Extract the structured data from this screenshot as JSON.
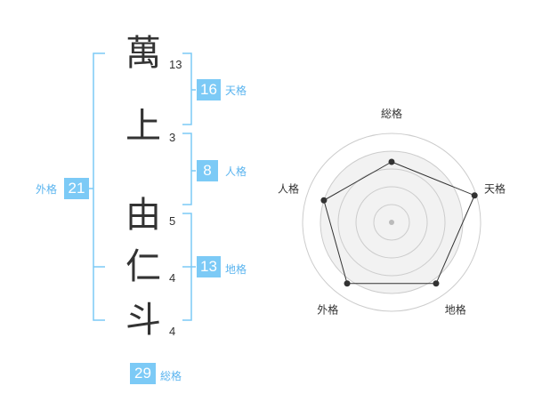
{
  "colors": {
    "accent": "#7ccaf6",
    "label": "#5ab4ef",
    "bracket": "#7ccaf6",
    "ink": "#333333"
  },
  "name": {
    "characters": [
      {
        "char": "萬",
        "strokes": "13"
      },
      {
        "char": "上",
        "strokes": "3"
      },
      {
        "char": "由",
        "strokes": "5"
      },
      {
        "char": "仁",
        "strokes": "4"
      },
      {
        "char": "斗",
        "strokes": "4"
      }
    ]
  },
  "kakusu": {
    "tenkaku": {
      "value": "16",
      "label": "天格"
    },
    "jinkaku": {
      "value": "8",
      "label": "人格"
    },
    "chikaku": {
      "value": "13",
      "label": "地格"
    },
    "gaikaku": {
      "value": "21",
      "label": "外格"
    },
    "soukaku": {
      "value": "29",
      "label": "総格"
    }
  },
  "radar": {
    "axes": [
      "総格",
      "天格",
      "地格",
      "外格",
      "人格"
    ],
    "values": [
      0.68,
      0.98,
      0.85,
      0.85,
      0.8
    ],
    "rings": 5,
    "fill_color": "#f2f2f2",
    "ring_color": "#cccccc",
    "line_color": "#333333"
  }
}
